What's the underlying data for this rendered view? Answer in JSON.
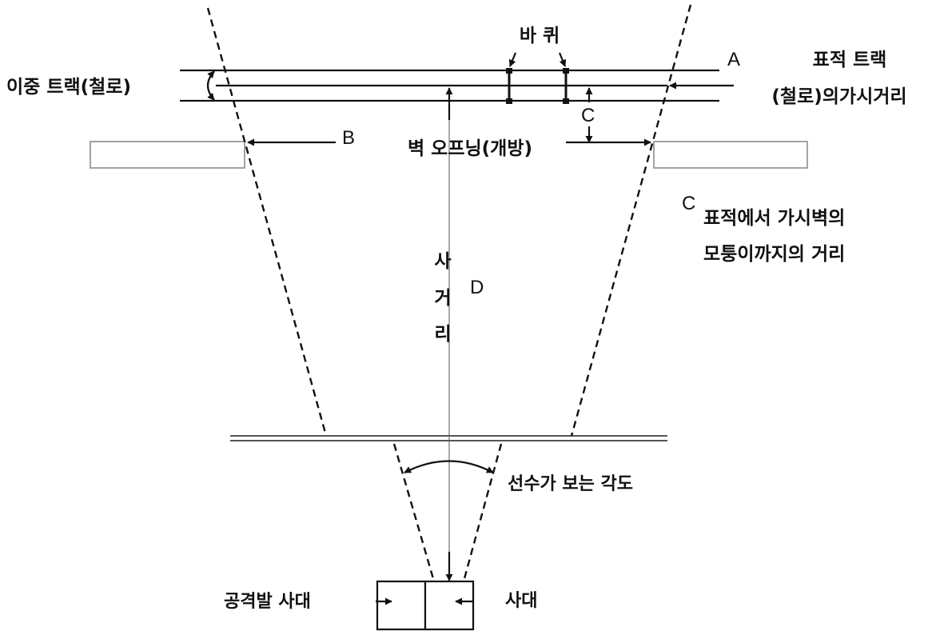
{
  "labels": {
    "wheels": "바 퀴",
    "letter_a": "A",
    "target_track_line1": "표적 트랙",
    "target_track_line2": "(철로)의가시거리",
    "double_track": "이중 트랙(철로)",
    "letter_c_top": "C",
    "letter_b": "B",
    "wall_opening": "벽 오프닝(개방)",
    "letter_c_right": "C",
    "corner_line1": "표적에서 가시벽의",
    "corner_line2": "모퉁이까지의 거리",
    "range_char1": "사",
    "range_char2": "거",
    "range_char3": "리",
    "letter_d": "D",
    "viewing_angle": "선수가 보는 각도",
    "attack_stand": "공격발 사대",
    "stand": "사대"
  }
}
